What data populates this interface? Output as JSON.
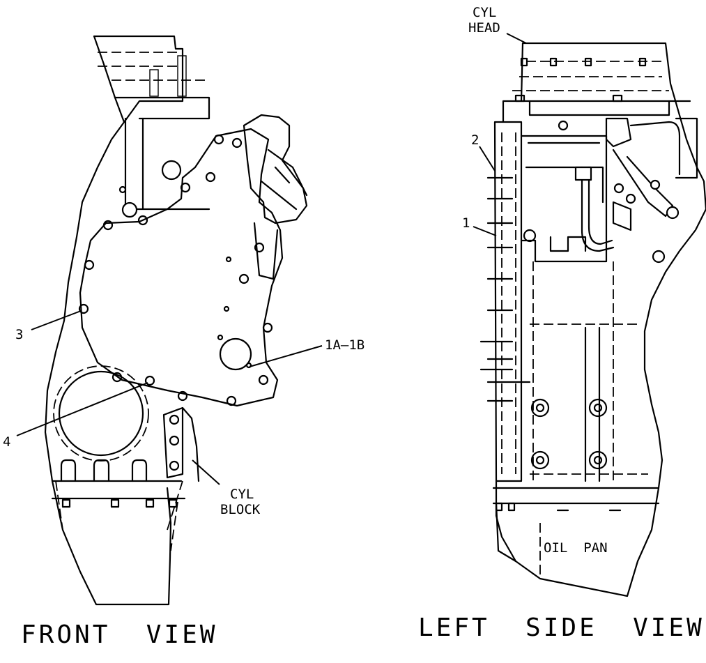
{
  "views": {
    "front": {
      "title": "FRONT  VIEW",
      "callouts": {
        "c3": "3",
        "c4": "4",
        "c1a1b": "1A–1B",
        "cyl_block_line1": "CYL",
        "cyl_block_line2": "BLOCK"
      }
    },
    "left_side": {
      "title": "LEFT  SIDE  VIEW",
      "callouts": {
        "c1": "1",
        "c2": "2",
        "cyl_head_line1": "CYL",
        "cyl_head_line2": "HEAD",
        "oil_pan": "OIL  PAN"
      }
    }
  }
}
